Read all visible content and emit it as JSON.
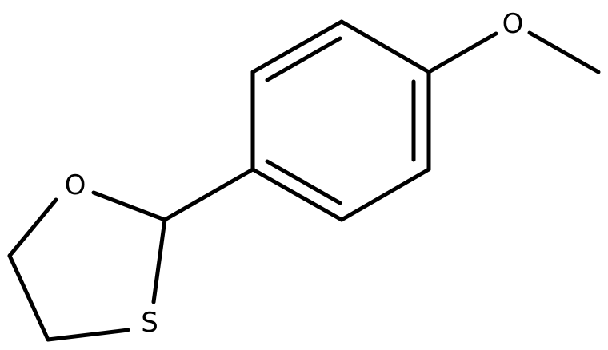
{
  "structure": {
    "atoms": {
      "oxygen_methoxy": "O",
      "oxygen_ring": "O",
      "sulfur_ring": "S"
    }
  }
}
